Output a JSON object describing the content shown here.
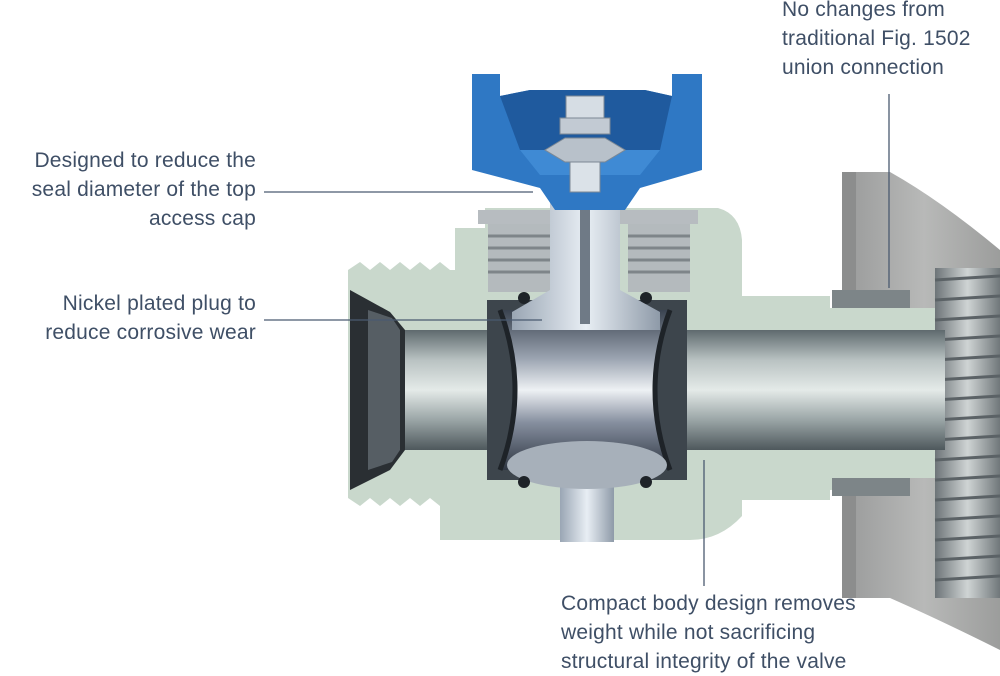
{
  "callouts": {
    "top_cap": {
      "lines": [
        "Designed to reduce the",
        "seal diameter of the top",
        "access cap"
      ],
      "icon": "leader-line"
    },
    "plug": {
      "lines": [
        "Nickel plated plug to",
        "reduce corrosive wear"
      ],
      "icon": "leader-line"
    },
    "union": {
      "lines": [
        "No changes from",
        "traditional Fig. 1502",
        "union connection"
      ],
      "icon": "leader-line"
    },
    "body": {
      "lines": [
        "Compact body design removes",
        "weight while not sacrificing",
        "structural integrity of the valve"
      ],
      "icon": "leader-line"
    }
  },
  "colors": {
    "text": "#3f4f66",
    "leader": "#4a5a70",
    "body_fill": "#c9d8cc",
    "cap_blue": "#2f78c4",
    "union_gray": "#a9aaa9",
    "steel": "#8f969a"
  }
}
